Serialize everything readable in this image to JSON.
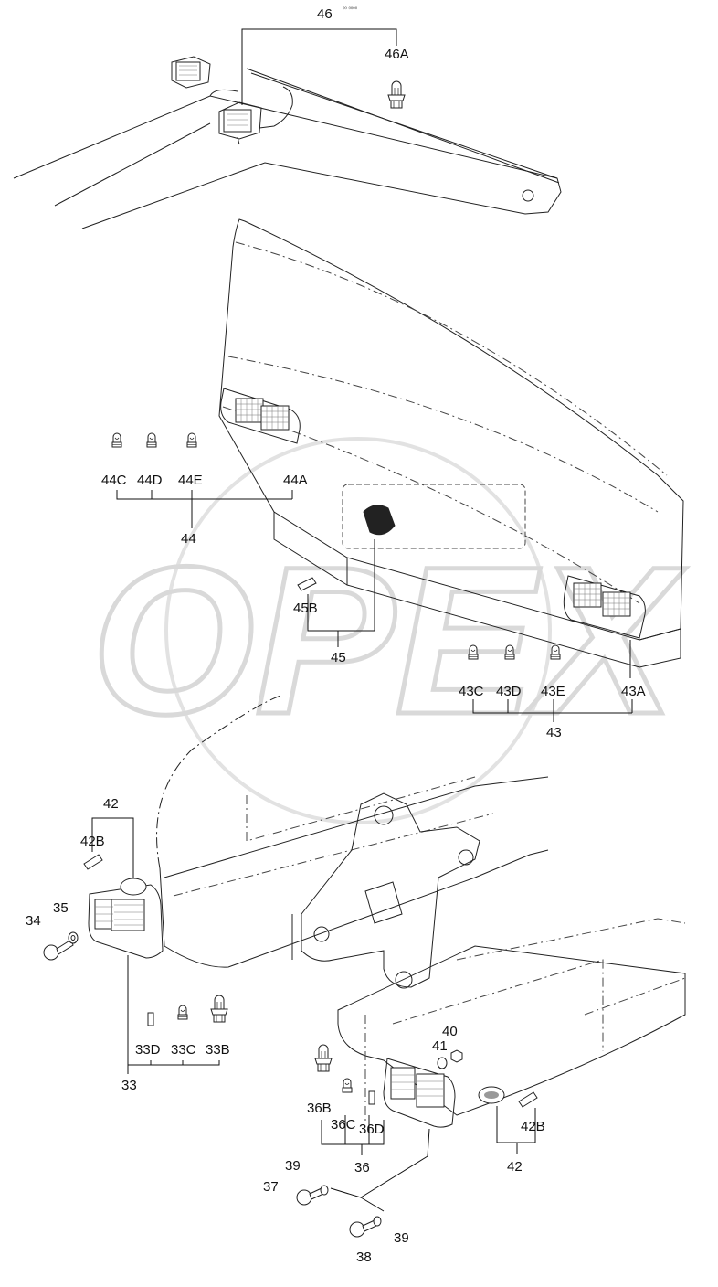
{
  "header": {
    "tag": "⁰⁰ ⁰⁰⁰⁰"
  },
  "watermark": {
    "text": "OPEX"
  },
  "callouts": {
    "c46": "46",
    "c46a": "46A",
    "c44": "44",
    "c44a": "44A",
    "c44c": "44C",
    "c44d": "44D",
    "c44e": "44E",
    "c45": "45",
    "c45b": "45B",
    "c43": "43",
    "c43a": "43A",
    "c43c": "43C",
    "c43d": "43D",
    "c43e": "43E",
    "c42_left": "42",
    "c42b_left": "42B",
    "c34": "34",
    "c35": "35",
    "c33": "33",
    "c33b": "33B",
    "c33c": "33C",
    "c33d": "33D",
    "c41": "41",
    "c40": "40",
    "c36": "36",
    "c36b": "36B",
    "c36c": "36C",
    "c36d": "36D",
    "c42_right": "42",
    "c42b_right": "42B",
    "c37": "37",
    "c38": "38",
    "c39_top": "39",
    "c39_bottom": "39"
  }
}
